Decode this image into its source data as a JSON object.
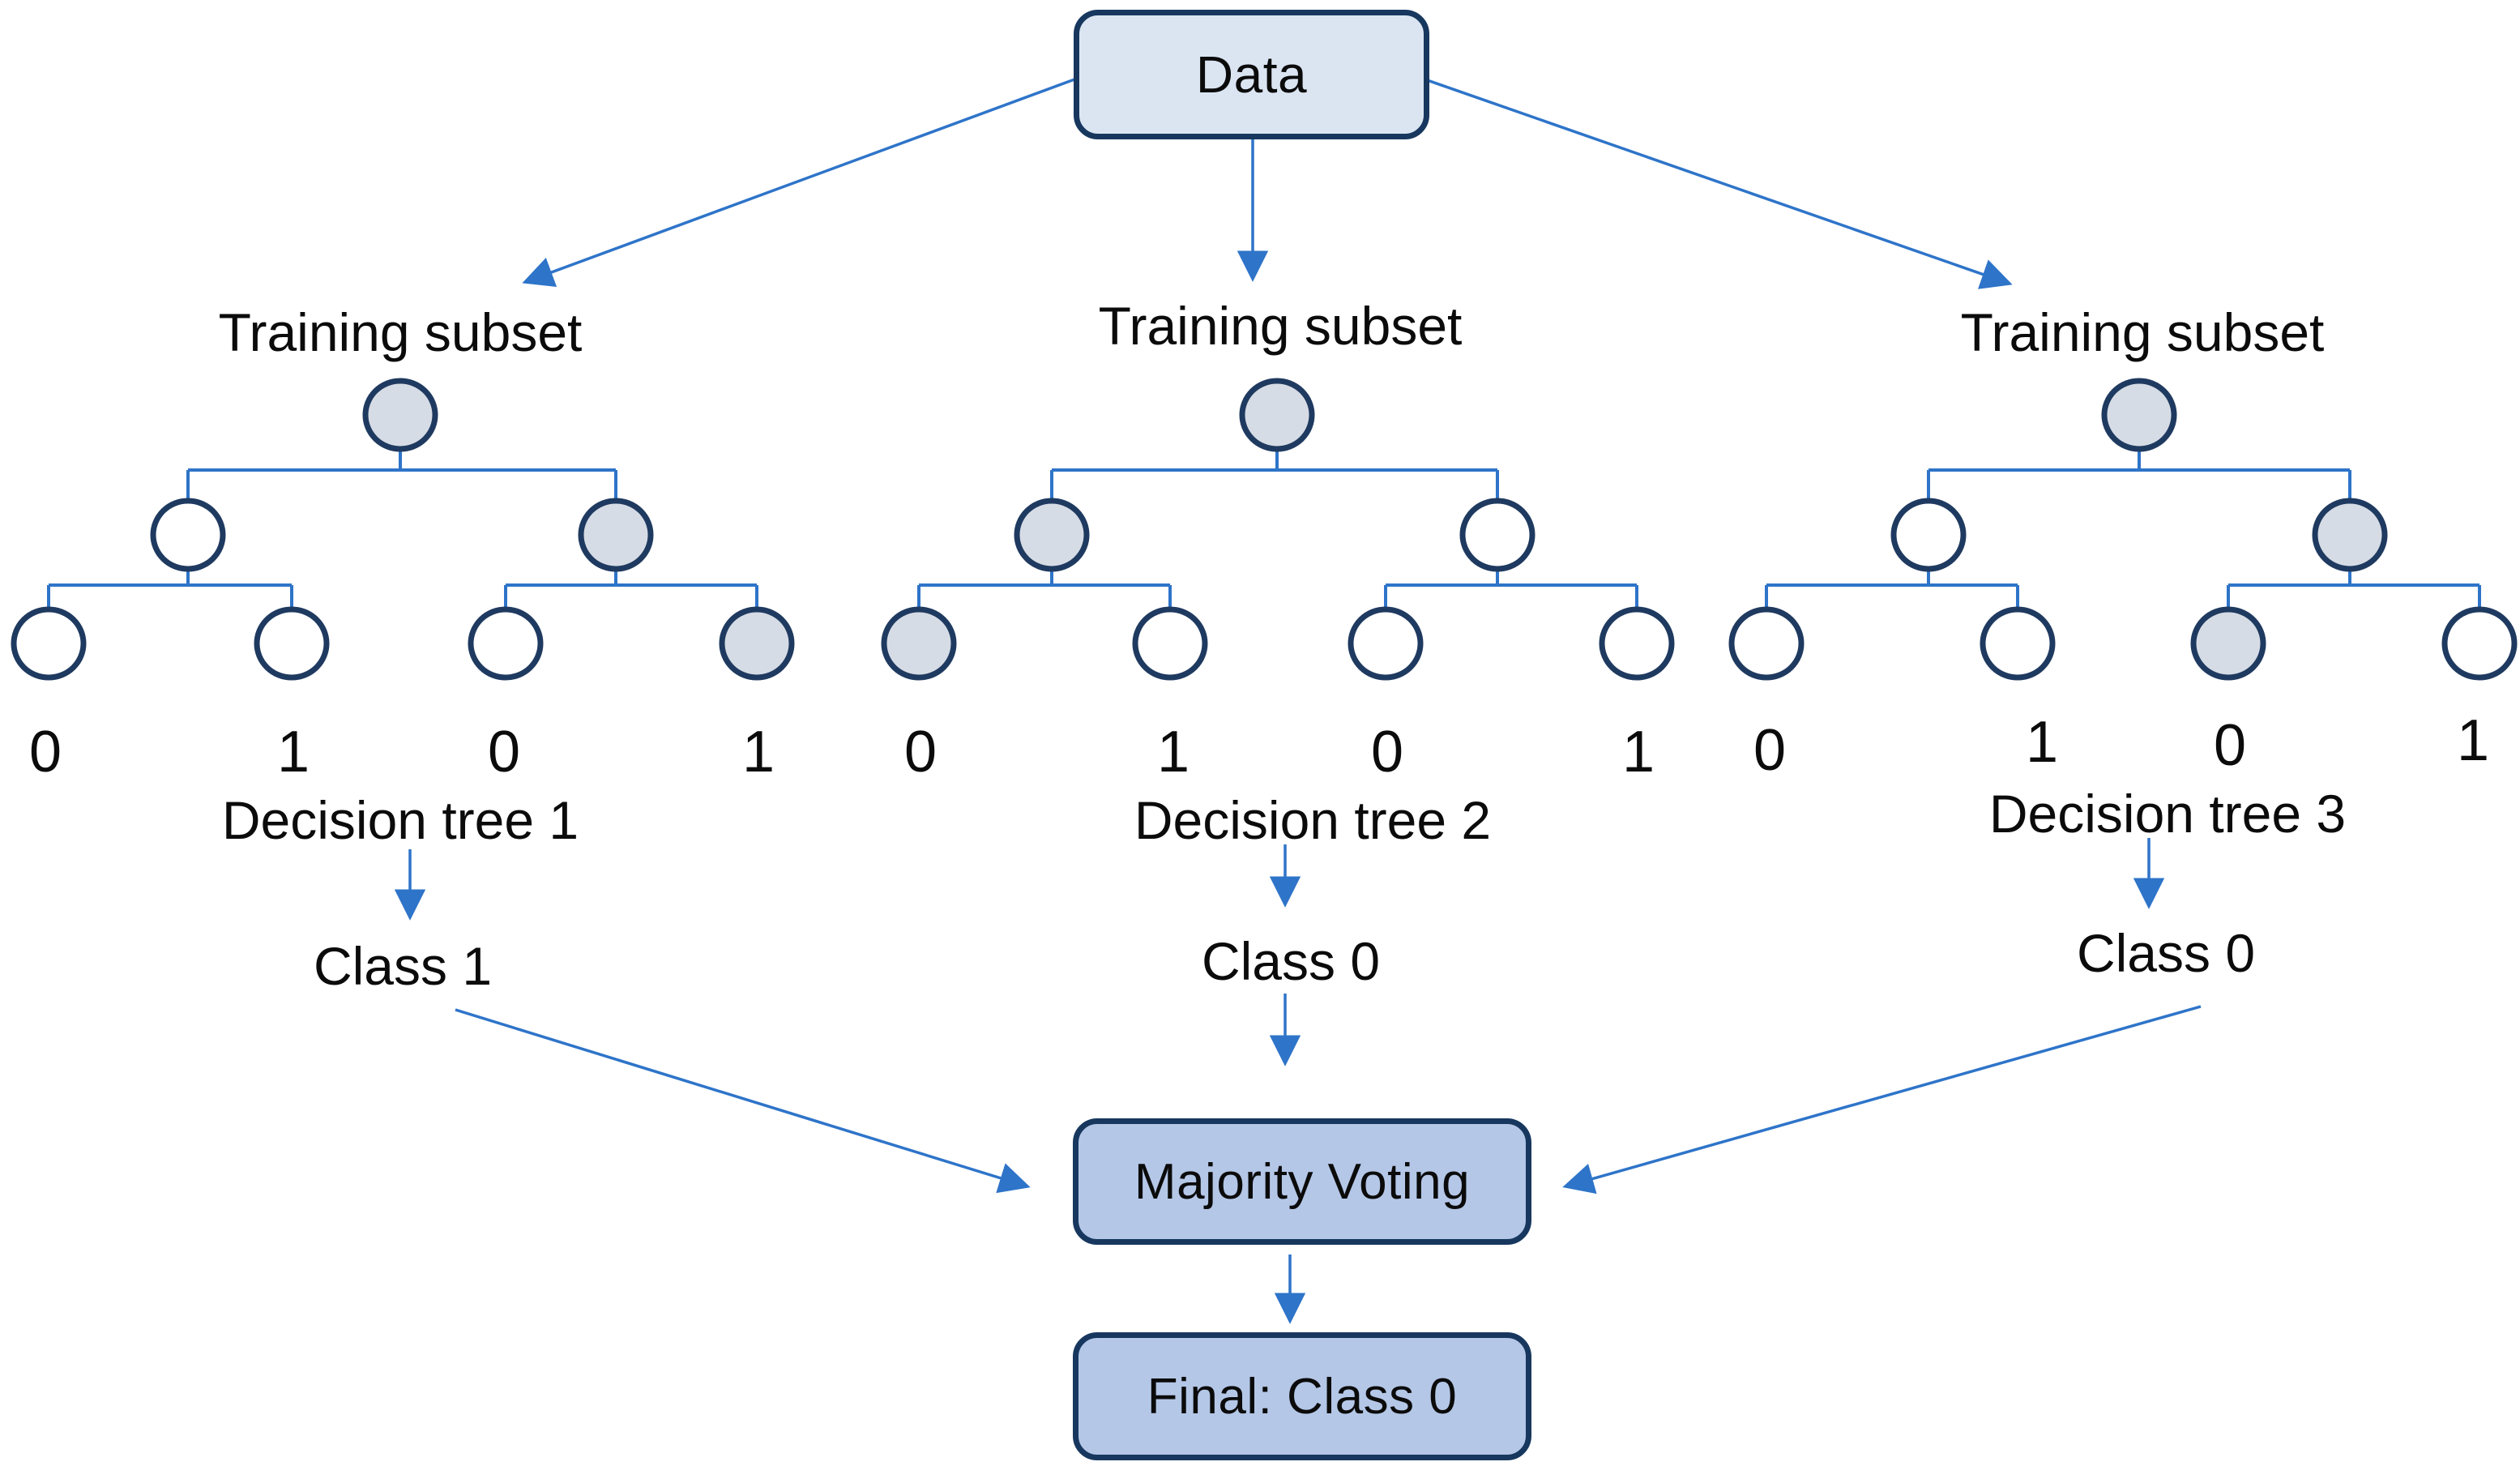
{
  "boxes": {
    "data": "Data",
    "majority_voting": "Majority Voting",
    "final_result": "Final: Class 0"
  },
  "trees": [
    {
      "subset_label": "Training subset",
      "tree_label": "Decision tree 1",
      "class_label": "Class 1",
      "leaf_labels": [
        "0",
        "1",
        "0",
        "1"
      ],
      "shaded": {
        "root": true,
        "children": [
          false,
          true
        ],
        "leaves": [
          false,
          false,
          false,
          true
        ]
      }
    },
    {
      "subset_label": "Training subset",
      "tree_label": "Decision tree 2",
      "class_label": "Class 0",
      "leaf_labels": [
        "0",
        "1",
        "0",
        "1"
      ],
      "shaded": {
        "root": true,
        "children": [
          true,
          false
        ],
        "leaves": [
          true,
          false,
          false,
          false
        ]
      }
    },
    {
      "subset_label": "Training subset",
      "tree_label": "Decision tree 3",
      "class_label": "Class 0",
      "leaf_labels": [
        "0",
        "1",
        "0",
        "1"
      ],
      "shaded": {
        "root": true,
        "children": [
          false,
          true
        ],
        "leaves": [
          false,
          false,
          true,
          false
        ]
      }
    }
  ],
  "colors": {
    "connector": "#2E74C9",
    "node_border": "#1F3A60",
    "node_fill": "#FFFFFF",
    "node_fill_shaded": "#D6DCE5",
    "box_border": "#17375E",
    "box_fill_light": "#DBE5F2",
    "box_fill_medium": "#B4C7E7",
    "text": "#0B0B0B"
  }
}
